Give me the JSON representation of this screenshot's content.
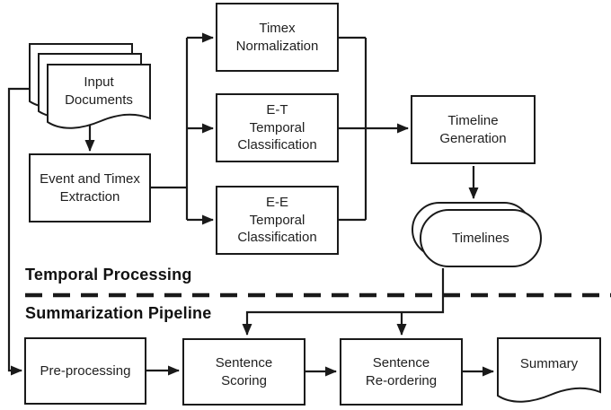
{
  "sections": {
    "temporal_processing_label": "Temporal Processing",
    "summarization_pipeline_label": "Summarization Pipeline"
  },
  "nodes": {
    "input_documents": [
      "Input",
      "Documents"
    ],
    "event_timex_extraction": [
      "Event and Timex",
      "Extraction"
    ],
    "timex_normalization": [
      "Timex",
      "Normalization"
    ],
    "et_temporal_classification": [
      "E-T",
      "Temporal",
      "Classification"
    ],
    "ee_temporal_classification": [
      "E-E",
      "Temporal",
      "Classification"
    ],
    "timeline_generation": [
      "Timeline",
      "Generation"
    ],
    "timelines": [
      "Timelines"
    ],
    "pre_processing": [
      "Pre-processing"
    ],
    "sentence_scoring": [
      "Sentence",
      "Scoring"
    ],
    "sentence_reordering": [
      "Sentence",
      "Re-ordering"
    ],
    "summary": [
      "Summary"
    ]
  },
  "colors": {
    "line": "#1a1a1a",
    "text": "#1f1f1f",
    "background": "#ffffff"
  }
}
